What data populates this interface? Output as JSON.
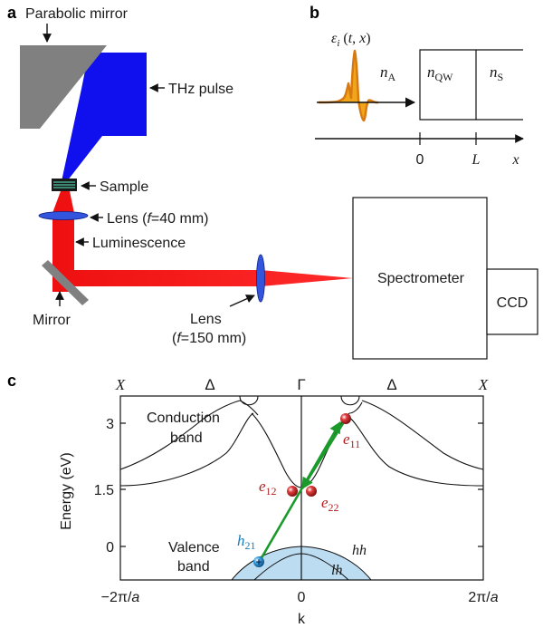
{
  "panel_a": {
    "letter": "a",
    "parabolic_mirror": "Parabolic mirror",
    "thz_pulse": "THz pulse",
    "sample": "Sample",
    "lens1": "Lens (f=40 mm)",
    "luminescence": "Luminescence",
    "mirror": "Mirror",
    "lens2_line1": "Lens",
    "lens2_line2": "(f=150 mm)",
    "spectrometer": "Spectrometer",
    "ccd": "CCD",
    "colors": {
      "thz": "#1010ee",
      "luminescence": "#ee1010",
      "mirror": "#808080",
      "lens": "#3355dd"
    }
  },
  "panel_b": {
    "letter": "b",
    "field": "εi (t, x)",
    "n_a": "nA",
    "n_qw": "nQW",
    "n_s": "nS",
    "tick0": "0",
    "tickL": "L",
    "xaxis": "x"
  },
  "panel_c": {
    "letter": "c",
    "top_labels": [
      "X",
      "Δ",
      "Γ",
      "Δ",
      "X"
    ],
    "y_ticks": [
      "3",
      "1.5",
      "0"
    ],
    "x_ticks": [
      "−2π/a",
      "0",
      "2π/a"
    ],
    "ylabel": "Energy (eV)",
    "xlabel": "k",
    "conduction_line1": "Conduction",
    "conduction_line2": "band",
    "valence_line1": "Valence",
    "valence_line2": "band",
    "hh": "hh",
    "lh": "lh",
    "e11": "e11",
    "e12": "e12",
    "e22": "e22",
    "h21": "h21",
    "colors": {
      "electron": "#c02020",
      "hole": "#1a7ab8",
      "arrow": "#1a9a2a",
      "valence_fill": "#bcdcf2"
    }
  }
}
